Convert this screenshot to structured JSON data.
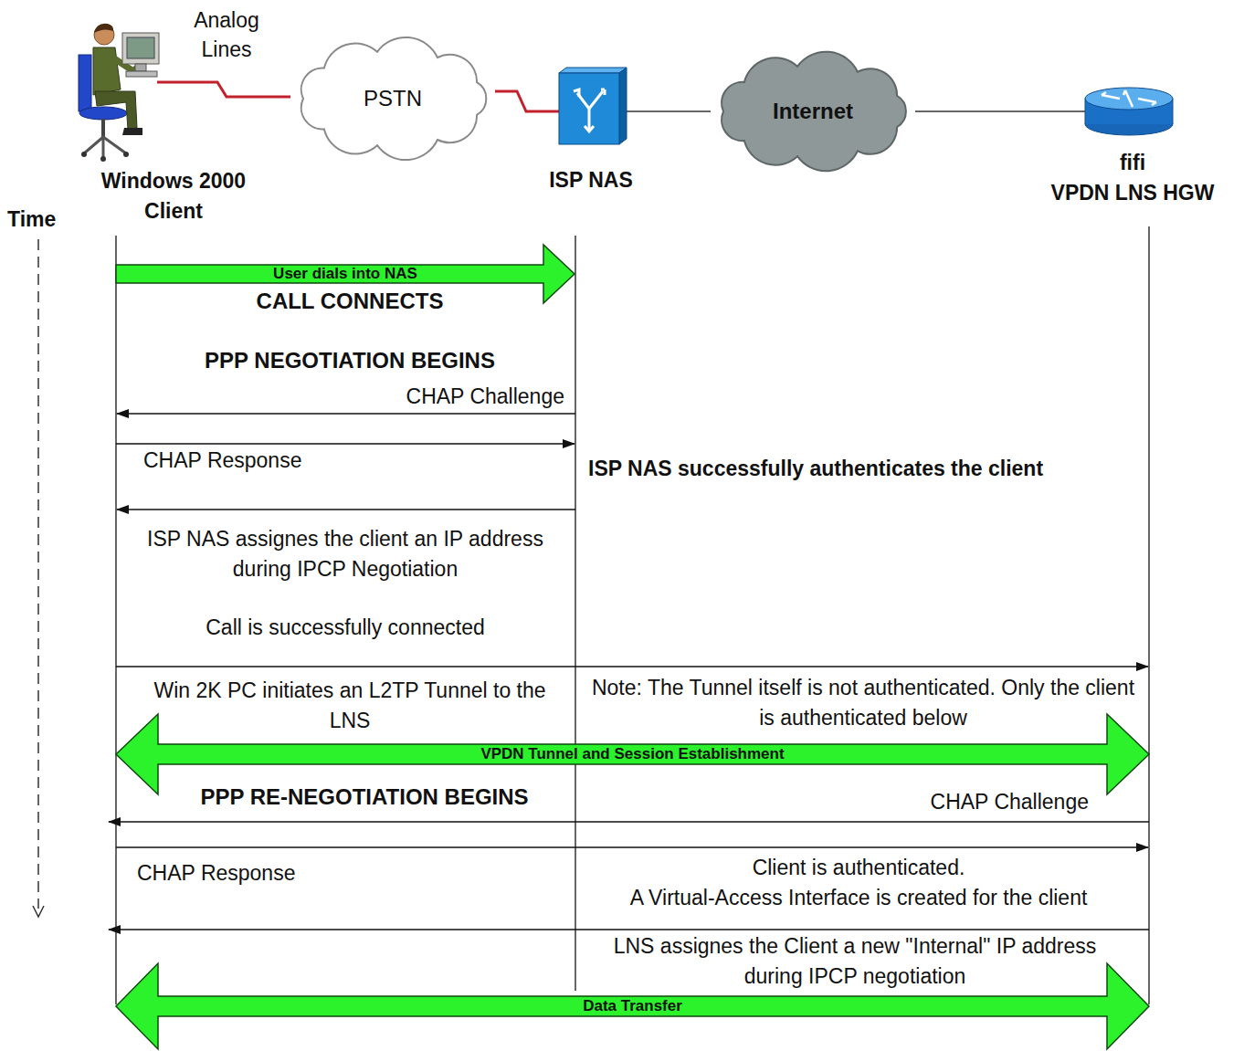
{
  "diagram": {
    "nodes": [
      {
        "text": [
          "Windows 2000 Client"
        ]
      },
      {
        "text": [
          "PSTN"
        ]
      },
      {
        "text": [
          "ISP NAS"
        ]
      },
      {
        "text": [
          "Internet"
        ]
      },
      {
        "text": [
          "fifi",
          "VPDN LNS HGW"
        ]
      },
      {
        "text": [
          "User dials into NAS"
        ]
      },
      {
        "text": [
          "VPDN Tunnel and Session Establishment"
        ]
      },
      {
        "text": [
          "Data Transfer"
        ]
      }
    ],
    "edges": [
      {
        "from": 0,
        "to": 1,
        "arrow": "none"
      },
      {
        "from": 1,
        "to": 2,
        "arrow": "none"
      },
      {
        "from": 2,
        "to": 3,
        "arrow": "none"
      },
      {
        "from": 3,
        "to": 4,
        "arrow": "none"
      }
    ],
    "labels": [
      "Analog Lines",
      "Time",
      "CALL CONNECTS",
      "PPP NEGOTIATION BEGINS",
      "CHAP Challenge",
      "CHAP Response",
      "ISP NAS successfully authenticates the client",
      "ISP NAS assignes the client an IP address during IPCP Negotiation",
      "Call is successfully connected",
      "Win 2K PC initiates an L2TP Tunnel to the LNS",
      "Note: The Tunnel itself is not authenticated. Only the client is authenticated below",
      "PPP RE-NEGOTIATION BEGINS",
      "CHAP Challenge",
      "CHAP Response",
      "Client is authenticated.",
      "A Virtual-Access Interface is created for the client",
      "LNS assignes the Client a new \"Internal\" IP address during IPCP negotiation"
    ]
  }
}
